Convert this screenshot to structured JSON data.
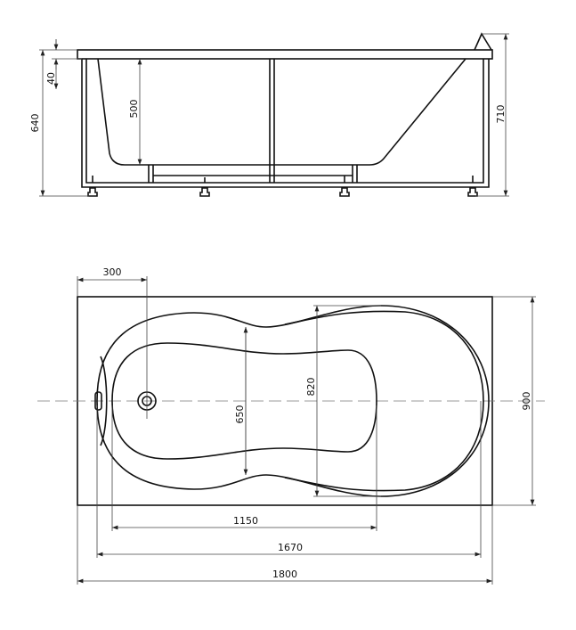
{
  "side_view": {
    "dims": {
      "total_height": "640",
      "rim_thickness": "40",
      "bowl_depth": "500",
      "max_height": "710"
    }
  },
  "plan_view": {
    "dims": {
      "drain_offset": "300",
      "inner_width": "650",
      "outer_bowl_width": "820",
      "total_width": "900",
      "inner_length": "1150",
      "bowl_length": "1670",
      "total_length": "1800"
    }
  }
}
